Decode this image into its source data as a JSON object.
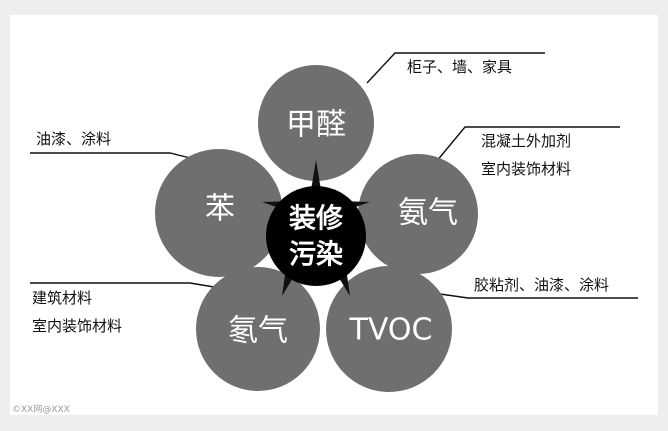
{
  "center": {
    "line1": "装修",
    "line2": "污染"
  },
  "pollutants": [
    {
      "key": "formaldehyde",
      "label": "甲醛",
      "sources": [
        "柜子、墙、家具"
      ]
    },
    {
      "key": "ammonia",
      "label": "氨气",
      "sources": [
        "混凝土外加剂",
        "室内装饰材料"
      ]
    },
    {
      "key": "tvoc",
      "label": "TVOC",
      "sources": [
        "胶粘剂、油漆、涂料"
      ]
    },
    {
      "key": "radon",
      "label": "氡气",
      "sources": [
        "建筑材料",
        "室内装饰材料"
      ]
    },
    {
      "key": "benzene",
      "label": "苯",
      "sources": [
        "油漆、涂料"
      ]
    }
  ],
  "watermark": "©XX网@XXX",
  "colors": {
    "petal": "#6f6f6f",
    "center": "#000000",
    "background": "#ffffff",
    "frame": "#eeeeee"
  }
}
